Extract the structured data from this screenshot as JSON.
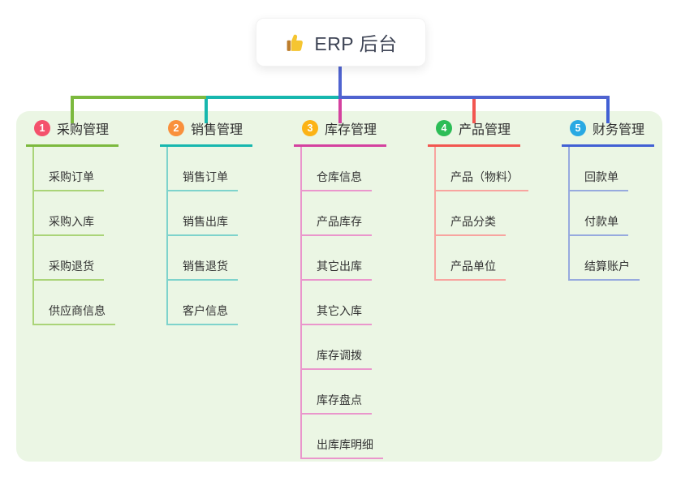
{
  "root": {
    "title": "ERP 后台",
    "icon": "thumbs-up-icon",
    "connector_color": "#4f63d0"
  },
  "panel": {
    "background": "#ebf6e4"
  },
  "branches": [
    {
      "badge": "1",
      "title": "采购管理",
      "line_color": "#7cb93e",
      "child_line_color": "#aad478",
      "badge_color": "#f4516c",
      "children": [
        "采购订单",
        "采购入库",
        "采购退货",
        "供应商信息"
      ]
    },
    {
      "badge": "2",
      "title": "销售管理",
      "line_color": "#17b7ae",
      "child_line_color": "#7ed3cc",
      "badge_color": "#f9903c",
      "children": [
        "销售订单",
        "销售出库",
        "销售退货",
        "客户信息"
      ]
    },
    {
      "badge": "3",
      "title": "库存管理",
      "line_color": "#d4419f",
      "child_line_color": "#ea96cc",
      "badge_color": "#fcb315",
      "children": [
        "仓库信息",
        "产品库存",
        "其它出库",
        "其它入库",
        "库存调拨",
        "库存盘点",
        "出库库明细"
      ]
    },
    {
      "badge": "4",
      "title": "产品管理",
      "line_color": "#f25650",
      "child_line_color": "#f8a49f",
      "badge_color": "#2cbd56",
      "children": [
        "产品（物料）",
        "产品分类",
        "产品单位"
      ]
    },
    {
      "badge": "5",
      "title": "财务管理",
      "line_color": "#4160d4",
      "child_line_color": "#97aade",
      "badge_color": "#29a9e3",
      "children": [
        "回款单",
        "付款单",
        "结算账户"
      ]
    }
  ]
}
